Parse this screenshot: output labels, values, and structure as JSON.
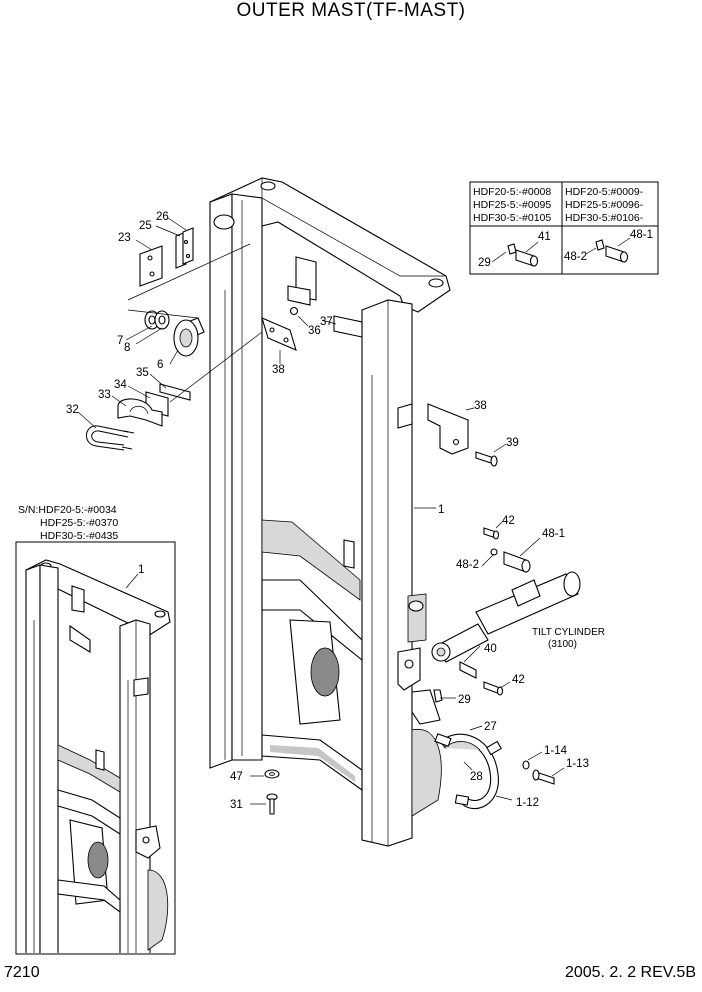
{
  "header": {
    "title": "OUTER MAST(TF-MAST)"
  },
  "footer": {
    "page_number": "7210",
    "date_revision": "2005. 2. 2  REV.5B"
  },
  "serial_table": {
    "col1": [
      "HDF20-5:-#0008",
      "HDF25-5:-#0095",
      "HDF30-5:-#0105"
    ],
    "col2": [
      "HDF20-5:#0009-",
      "HDF25-5:#0096-",
      "HDF30-5:#0106-"
    ],
    "col1_parts": [
      "29",
      "41"
    ],
    "col2_parts": [
      "48-2",
      "48-1"
    ]
  },
  "inset_note": {
    "lines": [
      "S/N:HDF20-5:-#0034",
      "HDF25-5:-#0370",
      "HDF30-5:-#0435"
    ]
  },
  "tilt_cylinder": {
    "name": "TILT CYLINDER",
    "ref": "(3100)"
  },
  "callouts": {
    "c1_main": "1",
    "c1_inset": "1",
    "c6": "6",
    "c7": "7",
    "c8": "8",
    "c23": "23",
    "c25": "25",
    "c26": "26",
    "c27": "27",
    "c28": "28",
    "c29": "29",
    "c31": "31",
    "c32": "32",
    "c33": "33",
    "c34": "34",
    "c35": "35",
    "c36": "36",
    "c37": "37",
    "c38a": "38",
    "c38b": "38",
    "c39": "39",
    "c40": "40",
    "c42a": "42",
    "c42b": "42",
    "c47": "47",
    "c48_1": "48-1",
    "c48_2": "48-2",
    "c1_12": "1-12",
    "c1_13": "1-13",
    "c1_14": "1-14"
  }
}
